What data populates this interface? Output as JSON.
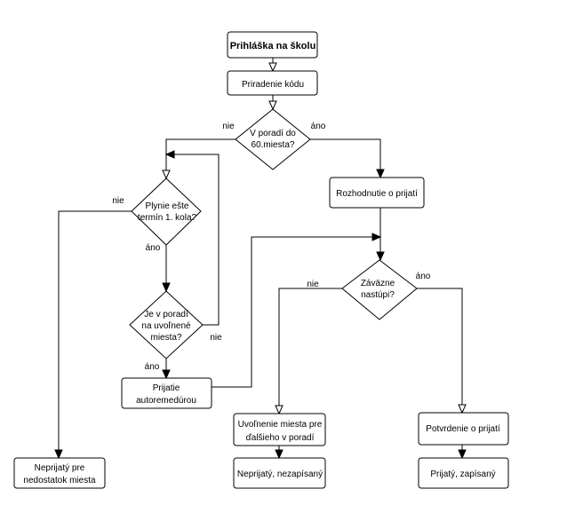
{
  "nodes": {
    "application": "Prihláška na školu",
    "code_assignment": "Priradenie kódu",
    "rank_check": [
      "V poradí do",
      "60.miesta?"
    ],
    "admission_decision": "Rozhodnutie o prijatí",
    "round1_term": [
      "Plynie ešte",
      "termín 1. kola?"
    ],
    "freed_place": [
      "Je v poradí",
      "na uvoľnené",
      "miesta?"
    ],
    "auto_remedy": [
      "Prijatie",
      "autoremedúrou"
    ],
    "binding_enrollment": [
      "Záväzne",
      "nastúpi?"
    ],
    "release_place": [
      "Uvoľnenie miesta pre",
      "ďalšieho v poradí"
    ],
    "confirmation": "Potvrdenie o prijatí",
    "not_admitted_capacity": [
      "Neprijatý pre",
      "nedostatok miesta"
    ],
    "not_admitted_not_enrolled": "Neprijatý, nezapísaný",
    "admitted_enrolled": "Prijatý, zapísaný"
  },
  "edge_labels": {
    "rank_no": "nie",
    "rank_yes": "áno",
    "term_no": "nie",
    "term_yes": "áno",
    "freed_no": "nie",
    "freed_yes": "áno",
    "enroll_no": "nie",
    "enroll_yes": "áno"
  }
}
